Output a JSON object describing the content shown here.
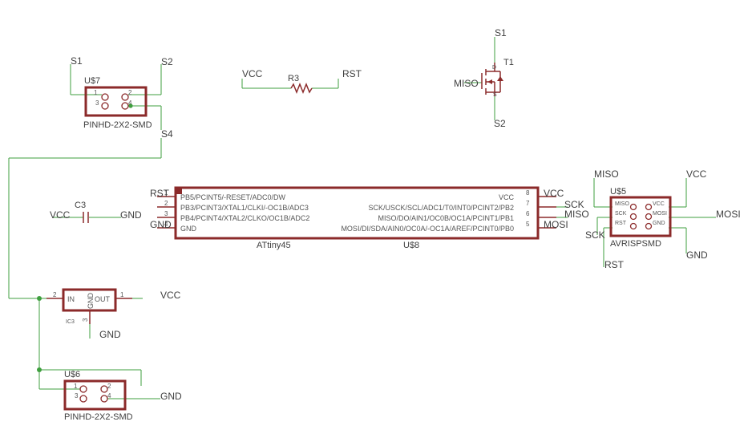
{
  "colors": {
    "wire": "#3f9f3f",
    "part": "#8b2a2a",
    "text": "#3f3f3f",
    "background": "#ffffff"
  },
  "top_header": {
    "s1": "S1",
    "s2": "S2",
    "part": "U$7",
    "pin1": "1",
    "pin2": "2",
    "pin3": "3",
    "pin4": "4",
    "package": "PINHD-2X2-SMD",
    "s4": "S4"
  },
  "resistor": {
    "vcc": "VCC",
    "name": "R3",
    "rst": "RST"
  },
  "transistor": {
    "s1": "S1",
    "name": "T1",
    "miso": "MISO",
    "s2": "S2",
    "d": "D",
    "s": "S"
  },
  "capacitor": {
    "vcc": "VCC",
    "name": "C3",
    "gnd": "GND"
  },
  "attiny": {
    "name": "ATtiny45",
    "part": "U$8",
    "net_rst": "RST",
    "net_gnd": "GND",
    "net_vcc": "VCC",
    "net_sck": "SCK",
    "net_miso": "MISO",
    "net_mosi": "MOSI",
    "left_pins": [
      {
        "num": "1",
        "label": "PB5/PCINT5/-RESET/ADC0/DW"
      },
      {
        "num": "2",
        "label": "PB3/PCINT3/XTAL1/CLKI/-OC1B/ADC3"
      },
      {
        "num": "3",
        "label": "PB4/PCINT4/XTAL2/CLKO/OC1B/ADC2"
      },
      {
        "num": "4",
        "label": "GND"
      }
    ],
    "right_pins": [
      {
        "num": "8",
        "label": "VCC"
      },
      {
        "num": "7",
        "label": "SCK/USCK/SCL/ADC1/T0/INT0/PCINT2/PB2"
      },
      {
        "num": "6",
        "label": "MISO/DO/AIN1/OC0B/OC1A/PCINT1/PB1"
      },
      {
        "num": "5",
        "label": "MOSI/DI/SDA/AIN0/OC0A/-OC1A/AREF/PCINT0/PB0"
      }
    ]
  },
  "avrisp": {
    "part": "U$5",
    "package": "AVRISPSMD",
    "net_miso": "MISO",
    "net_vcc": "VCC",
    "net_mosi": "MOSI",
    "net_sck": "SCK",
    "net_gnd": "GND",
    "net_rst": "RST",
    "pins": [
      "MISO",
      "VCC",
      "SCK",
      "MOSI",
      "RST",
      "GND"
    ]
  },
  "regulator": {
    "name": "IC3",
    "in": "IN",
    "out": "OUT",
    "gnd": "GND",
    "pin1": "1",
    "pin2": "2",
    "pin3": "3",
    "vcc": "VCC",
    "gnd_net": "GND"
  },
  "bottom_header": {
    "part": "U$6",
    "pin1": "1",
    "pin2": "2",
    "pin3": "3",
    "pin4": "4",
    "package": "PINHD-2X2-SMD",
    "gnd": "GND"
  }
}
